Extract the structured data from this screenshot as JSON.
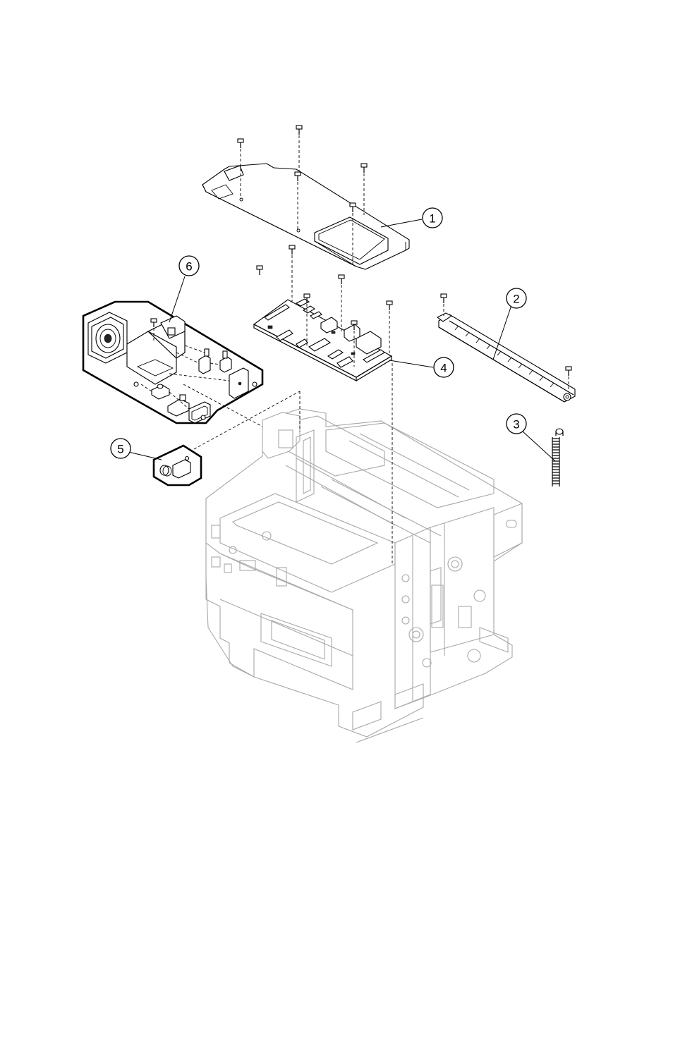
{
  "callouts": {
    "c1": "1",
    "c2": "2",
    "c3": "3",
    "c4": "4",
    "c5": "5",
    "c6": "6"
  },
  "colors": {
    "line": "#000000",
    "frame_ghost": "#a8a8a8",
    "background": "#ffffff"
  }
}
